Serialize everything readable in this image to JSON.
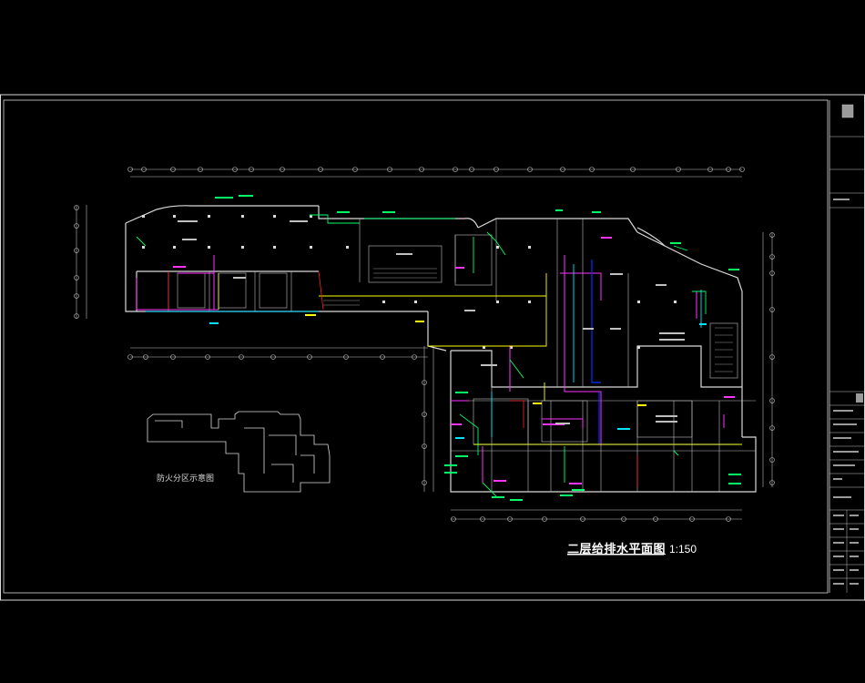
{
  "drawing": {
    "title": "二层给排水平面图",
    "scale": "1:150",
    "inset_caption": "防火分区示意图"
  },
  "colors": {
    "background": "#000000",
    "wall": "#d9d9d9",
    "water_supply": "#00ff66",
    "drainage": "#ff33ff",
    "hot_water": "#ffff00",
    "fire_main": "#0033ff",
    "cyan": "#00e5ff",
    "red": "#ff2020",
    "grid": "#bfbfbf"
  }
}
